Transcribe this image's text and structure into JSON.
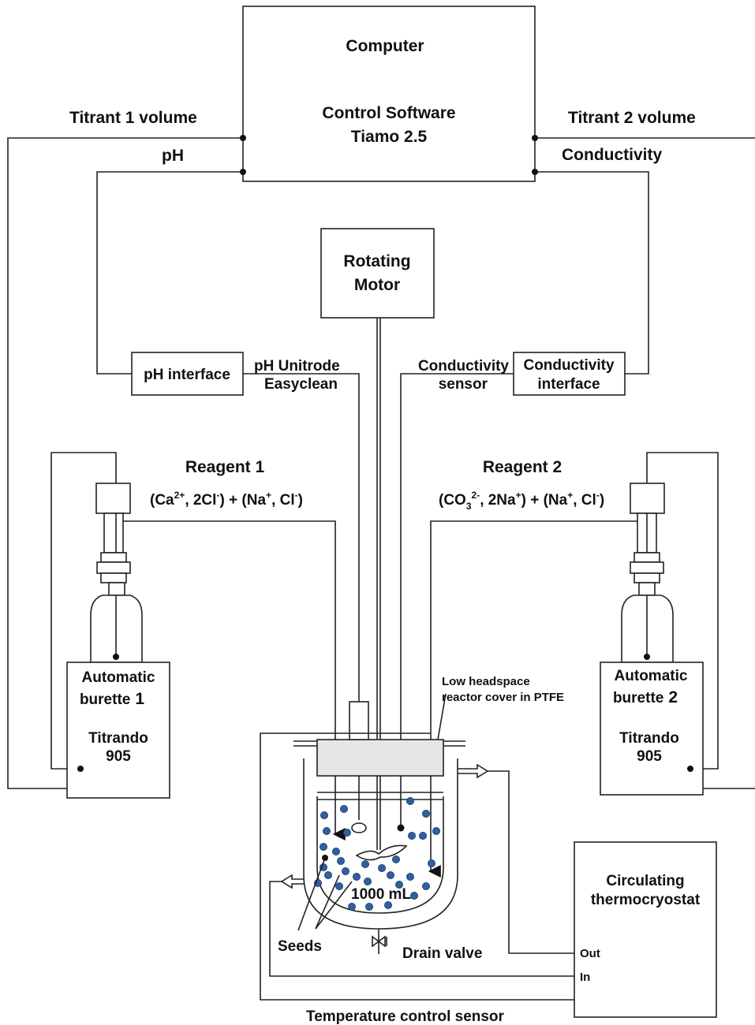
{
  "computer": {
    "title": "Computer",
    "software_line1": "Control Software",
    "software_line2": "Tiamo 2.5"
  },
  "signals": {
    "titrant1": "Titrant 1 volume",
    "titrant2": "Titrant 2 volume",
    "ph": "pH",
    "conductivity": "Conductivity"
  },
  "motor": {
    "line1": "Rotating",
    "line2": "Motor"
  },
  "ph_interface": "pH interface",
  "ph_electrode": {
    "line1": "pH Unitrode",
    "line2": "Easyclean"
  },
  "cond_sensor": {
    "line1": "Conductivity",
    "line2": "sensor"
  },
  "cond_interface": {
    "line1": "Conductivity",
    "line2": "interface"
  },
  "reagent1": {
    "title": "Reagent 1",
    "f1": "(Ca",
    "s1": "2+",
    "f2": ", 2Cl",
    "s2": "-",
    "f3": ") + (Na",
    "s3": "+",
    "f4": ", Cl",
    "s4": "-",
    "f5": ")"
  },
  "reagent2": {
    "title": "Reagent 2",
    "f1": "(CO",
    "sub1": "3",
    "s1": "2-",
    "f2": ", 2Na",
    "s2": "+",
    "f3": ") + (Na",
    "s3": "+",
    "f4": ", Cl",
    "s4": "-",
    "f5": ")"
  },
  "burette1": {
    "line1": "Automatic",
    "line2": "burette",
    "num": "1",
    "model1": "Titrando",
    "model2": "905"
  },
  "burette2": {
    "line1": "Automatic",
    "line2": "burette",
    "num": "2",
    "model1": "Titrando",
    "model2": "905"
  },
  "reactor_cover": {
    "line1": "Low headspace",
    "line2": "reactor cover in PTFE"
  },
  "reactor_volume": "1000 mL",
  "seeds": "Seeds",
  "drain_valve": "Drain valve",
  "thermo": {
    "line1": "Circulating",
    "line2": "thermocryostat",
    "out": "Out",
    "in": "In"
  },
  "temp_sensor": "Temperature control sensor",
  "colors": {
    "seed": "#2f5f9f",
    "line": "#222222",
    "cover": "#e6e6e6"
  }
}
